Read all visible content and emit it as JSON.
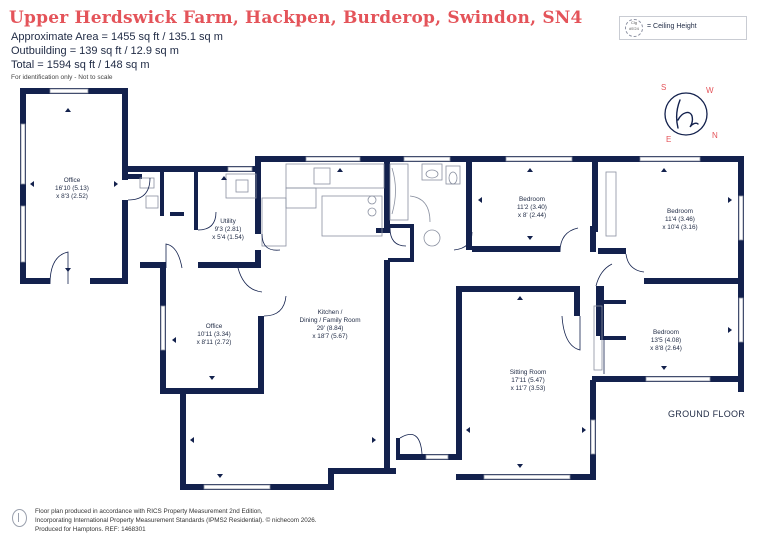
{
  "header": {
    "title": "Upper Herdswick Farm, Hackpen, Burderop, Swindon, SN4",
    "approx_area": "Approximate Area = 1455 sq ft / 135.1 sq m",
    "outbuilding": "Outbuilding = 139 sq ft / 12.9 sq m",
    "total": "Total = 1594 sq ft / 148 sq m",
    "identification_note": "For identification only - Not to scale"
  },
  "legend": {
    "symbol_text_top": "Clg",
    "symbol_text_bottom": "#5'24",
    "label": "= Ceiling Height"
  },
  "compass": {
    "letters": [
      "S",
      "W",
      "N",
      "E"
    ]
  },
  "rooms": {
    "office_outbuilding": {
      "name": "Office",
      "size_ft": "16'10 (5.13)",
      "size_m": "x 8'3 (2.52)"
    },
    "utility": {
      "name": "Utility",
      "size_ft": "9'3 (2.81)",
      "size_m": "x 5'4 (1.54)"
    },
    "office": {
      "name": "Office",
      "size_ft": "10'11 (3.34)",
      "size_m": "x 8'11 (2.72)"
    },
    "kitchen": {
      "name_1": "Kitchen /",
      "name_2": "Dining / Family Room",
      "size_ft": "29' (8.84)",
      "size_m": "x 18'7 (5.67)"
    },
    "bedroom_1": {
      "name": "Bedroom",
      "size_ft": "11'2 (3.40)",
      "size_m": "x 8' (2.44)"
    },
    "bedroom_2": {
      "name": "Bedroom",
      "size_ft": "11'4 (3.46)",
      "size_m": "x 10'4 (3.16)"
    },
    "bedroom_3": {
      "name": "Bedroom",
      "size_ft": "13'5 (4.08)",
      "size_m": "x 8'8 (2.64)"
    },
    "sitting_room": {
      "name": "Sitting Room",
      "size_ft": "17'11 (5.47)",
      "size_m": "x 11'7 (3.53)"
    }
  },
  "floor_label": "GROUND FLOOR",
  "footer": {
    "line1": "Floor plan produced in accordance with RICS Property Measurement 2nd Edition,",
    "line2": "Incorporating International Property Measurement Standards (IPMS2 Residential). © nichecom 2026.",
    "line3": "Produced for Hamptons.   REF: 1468301"
  },
  "colors": {
    "wall": "#13214d",
    "title": "#e4545a",
    "text": "#1f2a44",
    "fixture": "#8a90a0"
  }
}
